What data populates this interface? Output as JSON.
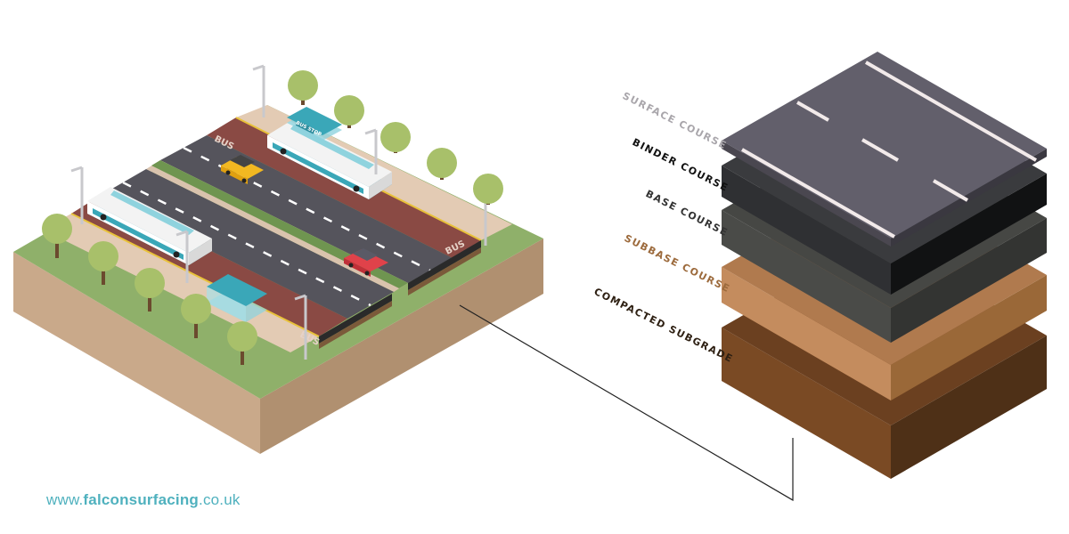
{
  "website": {
    "prefix": "www.",
    "brand": "falconsurfacing",
    "suffix": ".co.uk"
  },
  "road_signs": {
    "bus_stop": "BUS STOP",
    "bus_lane": "BUS"
  },
  "layers": [
    {
      "label": "SURFACE COURSE",
      "color": "#a9a6ab"
    },
    {
      "label": "BINDER COURSE",
      "color": "#111111"
    },
    {
      "label": "BASE COURSE",
      "color": "#333333"
    },
    {
      "label": "SUBBASE COURSE",
      "color": "#9c6a3c"
    },
    {
      "label": "COMPACTED SUBGRADE",
      "color": "#2e2013"
    }
  ],
  "colors": {
    "brand": "#4fb1be",
    "asphalt": "#5f5c69",
    "binder": "#2f3033",
    "base": "#4a4b48",
    "subbase": "#c48c5e",
    "subgrade": "#7a4a24",
    "grass": "#8fb06a",
    "soil": "#c8a888"
  }
}
